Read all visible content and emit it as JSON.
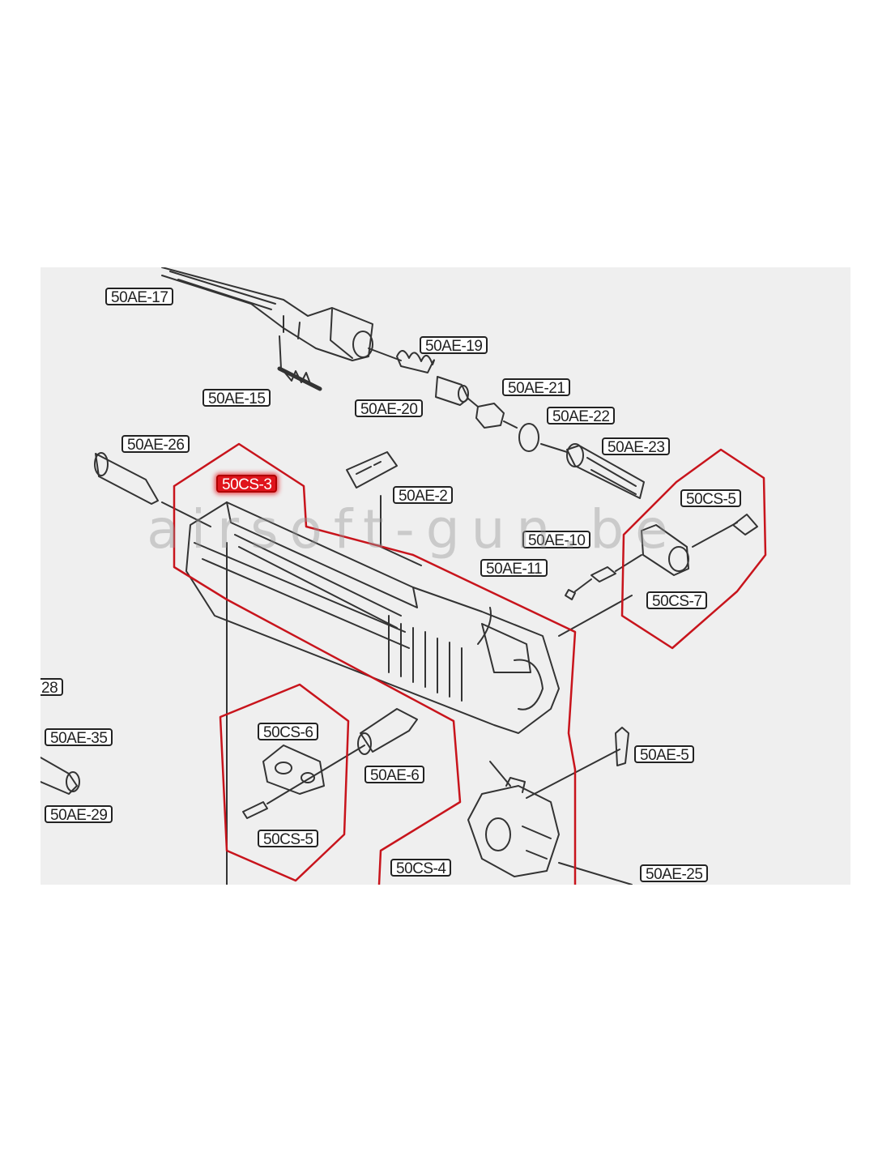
{
  "diagram": {
    "accent_color": "#e0141c",
    "highlight_part": "50CS-3",
    "watermark": "airsoft-gun.be",
    "labels": [
      {
        "id": "50AE-17"
      },
      {
        "id": "50AE-19"
      },
      {
        "id": "50AE-15"
      },
      {
        "id": "50AE-20"
      },
      {
        "id": "50AE-21"
      },
      {
        "id": "50AE-22"
      },
      {
        "id": "50AE-26"
      },
      {
        "id": "50AE-23"
      },
      {
        "id": "50CS-3"
      },
      {
        "id": "50AE-2"
      },
      {
        "id": "50CS-5"
      },
      {
        "id": "50AE-10"
      },
      {
        "id": "50AE-11"
      },
      {
        "id": "50CS-7"
      },
      {
        "id": "28"
      },
      {
        "id": "50AE-35"
      },
      {
        "id": "50CS-6"
      },
      {
        "id": "50AE-5"
      },
      {
        "id": "50AE-6"
      },
      {
        "id": "50AE-29"
      },
      {
        "id": "50CS-5"
      },
      {
        "id": "50CS-4"
      },
      {
        "id": "50AE-25"
      }
    ]
  }
}
